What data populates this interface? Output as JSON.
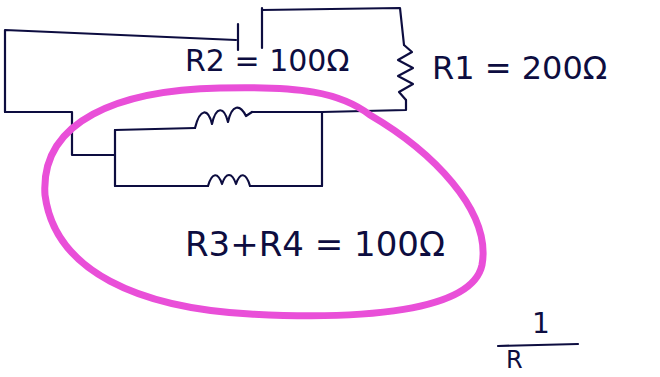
{
  "diagram": {
    "labels": [
      "R2 = 100Ω",
      "R1 = 200Ω",
      "R3+R4 = 100Ω",
      "1",
      "R"
    ]
  }
}
